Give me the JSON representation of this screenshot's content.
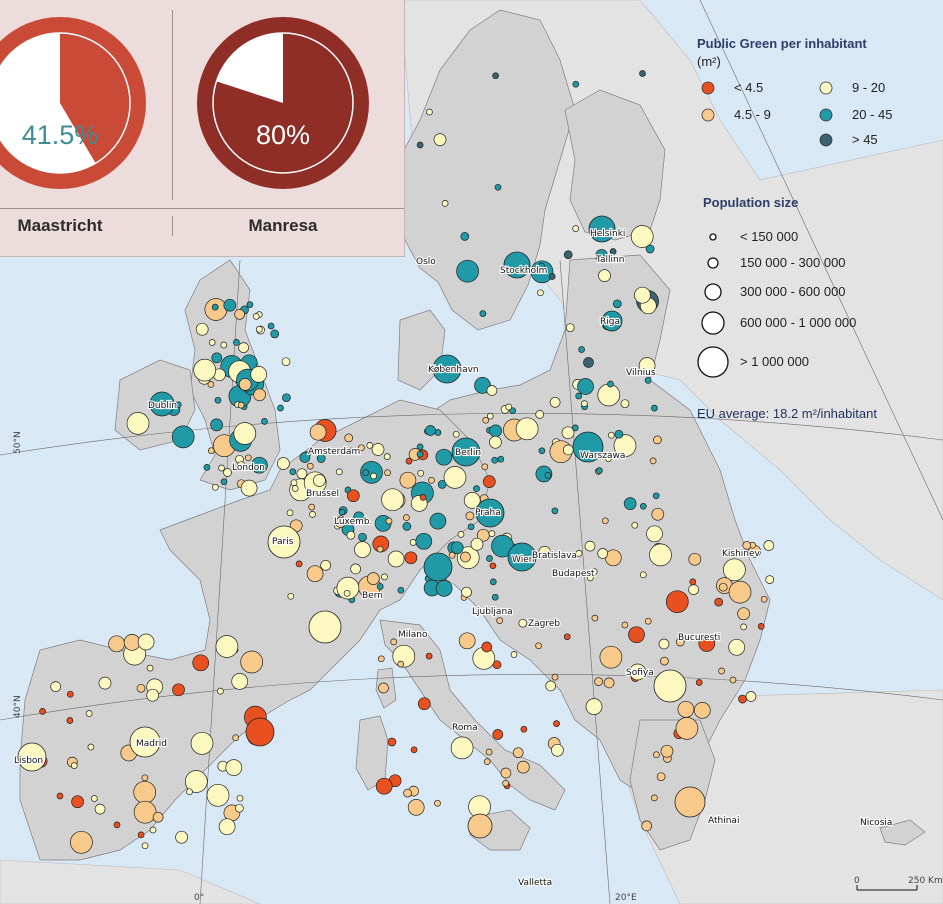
{
  "legend": {
    "title": "Public Green per inhabitant",
    "unit": "(m²)",
    "categories": [
      {
        "label": "< 4.5",
        "color": "#e8501f"
      },
      {
        "label": "4.5 - 9",
        "color": "#f7c98b"
      },
      {
        "label": "9 - 20",
        "color": "#fcf8c0"
      },
      {
        "label": "20 - 45",
        "color": "#1f9aa6"
      },
      {
        "label": "> 45",
        "color": "#3b6271"
      }
    ],
    "population_title": "Population size",
    "population_classes": [
      "< 150 000",
      "150 000 - 300 000",
      "300 000 - 600 000",
      "600 000 - 1 000 000",
      "> 1 000 000"
    ],
    "average": "EU average: 18.2 m²/inhabitant"
  },
  "scale_bar": {
    "zero": "0",
    "distance": "250 Km"
  },
  "graticule": {
    "lat50": "50°N",
    "lat40": "40°N",
    "lon0": "0°",
    "lon20": "20°E"
  },
  "inset": {
    "pies": [
      {
        "name": "Maastricht",
        "percent_label": "41.5%",
        "value": 41.5,
        "pct_color": "#3f8b97"
      },
      {
        "name": "Manresa",
        "percent_label": "80%",
        "value": 80,
        "pct_color": "#ffffff"
      }
    ]
  },
  "cities": {
    "oslo": "Oslo",
    "stockholm": "Stockholm",
    "helsinki": "Helsinki",
    "tallinn": "Tallinn",
    "riga": "Riga",
    "vilnius": "Vilnius",
    "kobenhavn": "København",
    "dublin": "Dublin",
    "london": "London",
    "amsterdam": "Amsterdam",
    "brussel": "Brussel",
    "luxembourg": "Luxemb.",
    "paris": "Paris",
    "berlin": "Berlin",
    "warszawa": "Warszawa",
    "praha": "Praha",
    "wien": "Wien",
    "bratislava": "Bratislava",
    "budapest": "Budapest",
    "ljubljana": "Ljubljana",
    "zagreb": "Zagreb",
    "kishinev": "Kishinev",
    "bucuresti": "Bucuresti",
    "sofiya": "Sofiya",
    "bern": "Bern",
    "milano": "Milano",
    "roma": "Roma",
    "madrid": "Madrid",
    "lisboa": "Lisbon",
    "athinai": "Athinai",
    "nicosia": "Nicosia",
    "valletta": "Valletta"
  }
}
